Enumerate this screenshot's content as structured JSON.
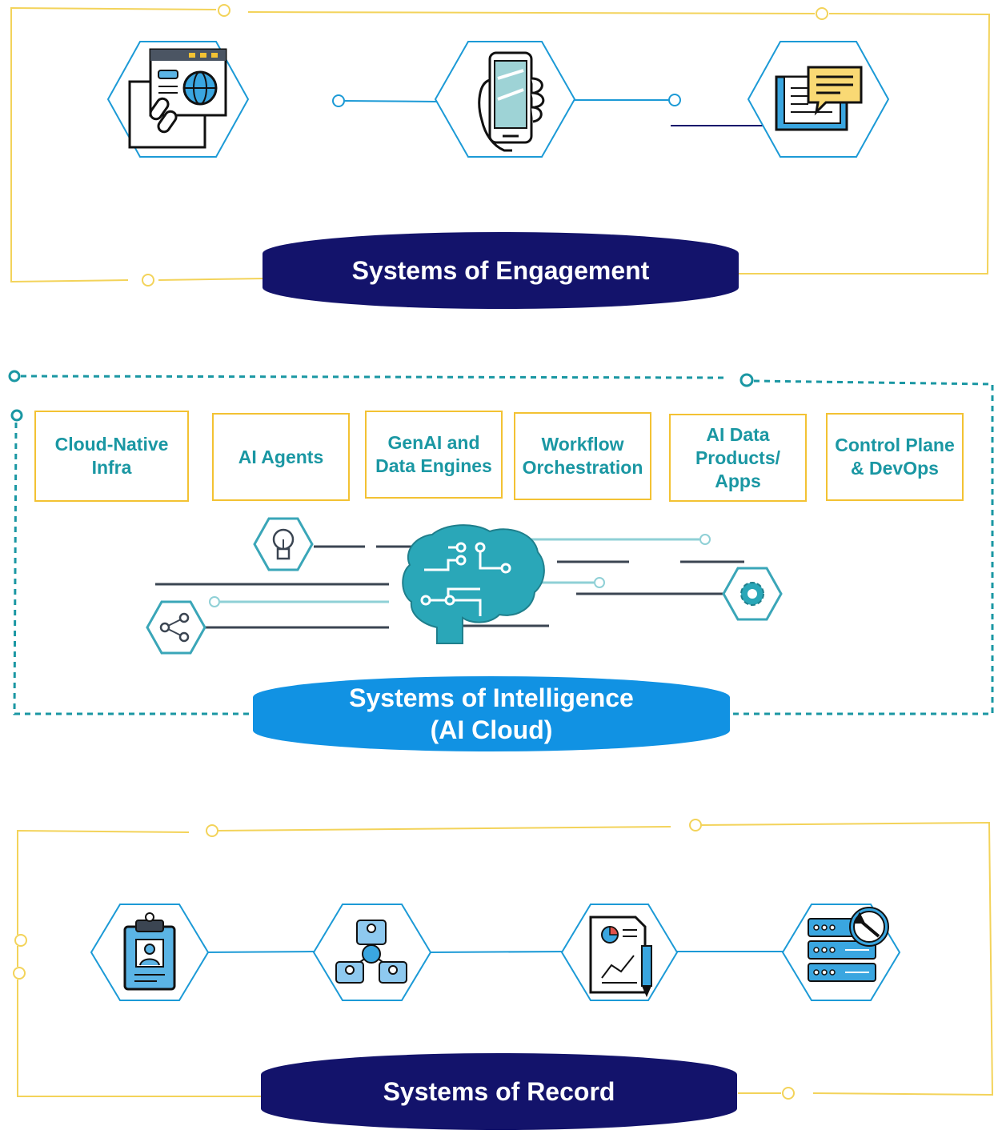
{
  "engagement": {
    "title": "Systems of Engagement",
    "icons": [
      "web-link-icon",
      "smartphone-icon",
      "chat-document-icon"
    ]
  },
  "intelligence": {
    "title": "Systems of Intelligence\n(AI Cloud)",
    "cards": [
      {
        "label": "Cloud-Native\nInfra"
      },
      {
        "label": "AI Agents"
      },
      {
        "label": "GenAI and\nData Engines"
      },
      {
        "label": "Workflow\nOrchestration"
      },
      {
        "label": "AI Data\nProducts/\nApps"
      },
      {
        "label": "Control Plane\n& DevOps"
      }
    ],
    "icons": [
      "brain-circuit-icon",
      "lightbulb-icon",
      "share-icon",
      "gear-icon"
    ]
  },
  "record": {
    "title": "Systems of Record",
    "icons": [
      "id-clipboard-icon",
      "team-network-icon",
      "report-chart-icon",
      "server-settings-icon"
    ]
  },
  "colors": {
    "navy": "#13136b",
    "sky_blue": "#1192e3",
    "teal": "#1a97a3",
    "hex_outline": "#1c9ad6",
    "gold": "#f3c233",
    "icon_blue": "#3aa6e0"
  }
}
